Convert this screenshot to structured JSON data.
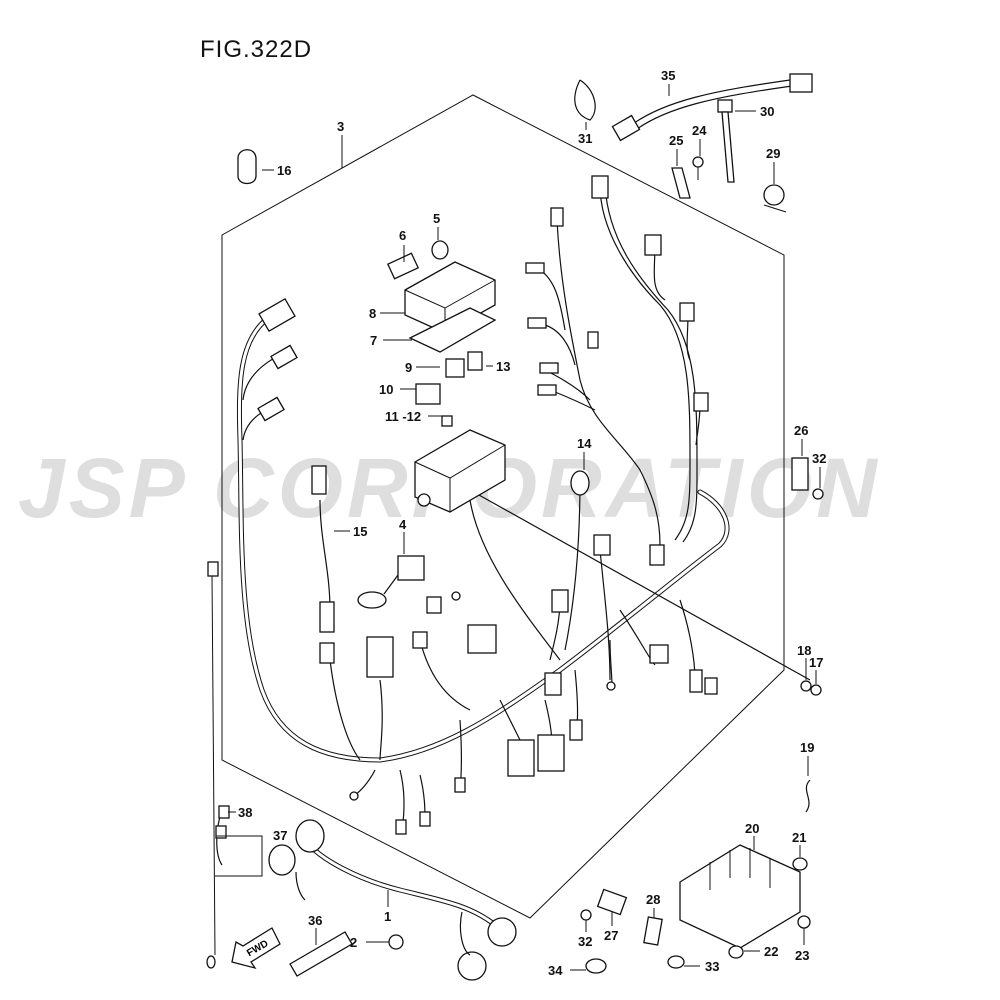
{
  "figure": {
    "title": "FIG.322D"
  },
  "watermark": {
    "text": "JSP CORPORATION"
  },
  "fwd_label": "FWD",
  "callouts": [
    {
      "id": "c1",
      "text": "1"
    },
    {
      "id": "c2",
      "text": "2"
    },
    {
      "id": "c3",
      "text": "3"
    },
    {
      "id": "c4",
      "text": "4"
    },
    {
      "id": "c5",
      "text": "5"
    },
    {
      "id": "c6",
      "text": "6"
    },
    {
      "id": "c7",
      "text": "7"
    },
    {
      "id": "c8",
      "text": "8"
    },
    {
      "id": "c9",
      "text": "9"
    },
    {
      "id": "c10",
      "text": "10"
    },
    {
      "id": "c11",
      "text": "11 -12"
    },
    {
      "id": "c13",
      "text": "13"
    },
    {
      "id": "c14",
      "text": "14"
    },
    {
      "id": "c15",
      "text": "15"
    },
    {
      "id": "c16",
      "text": "16"
    },
    {
      "id": "c17",
      "text": "17"
    },
    {
      "id": "c18",
      "text": "18"
    },
    {
      "id": "c19",
      "text": "19"
    },
    {
      "id": "c20",
      "text": "20"
    },
    {
      "id": "c21",
      "text": "21"
    },
    {
      "id": "c22",
      "text": "22"
    },
    {
      "id": "c23",
      "text": "23"
    },
    {
      "id": "c24",
      "text": "24"
    },
    {
      "id": "c25",
      "text": "25"
    },
    {
      "id": "c26",
      "text": "26"
    },
    {
      "id": "c27",
      "text": "27"
    },
    {
      "id": "c28",
      "text": "28"
    },
    {
      "id": "c29",
      "text": "29"
    },
    {
      "id": "c30",
      "text": "30"
    },
    {
      "id": "c31",
      "text": "31"
    },
    {
      "id": "c32a",
      "text": "32"
    },
    {
      "id": "c32b",
      "text": "32"
    },
    {
      "id": "c33",
      "text": "33"
    },
    {
      "id": "c34",
      "text": "34"
    },
    {
      "id": "c35",
      "text": "35"
    },
    {
      "id": "c36",
      "text": "36"
    },
    {
      "id": "c37",
      "text": "37"
    },
    {
      "id": "c38",
      "text": "38"
    }
  ]
}
